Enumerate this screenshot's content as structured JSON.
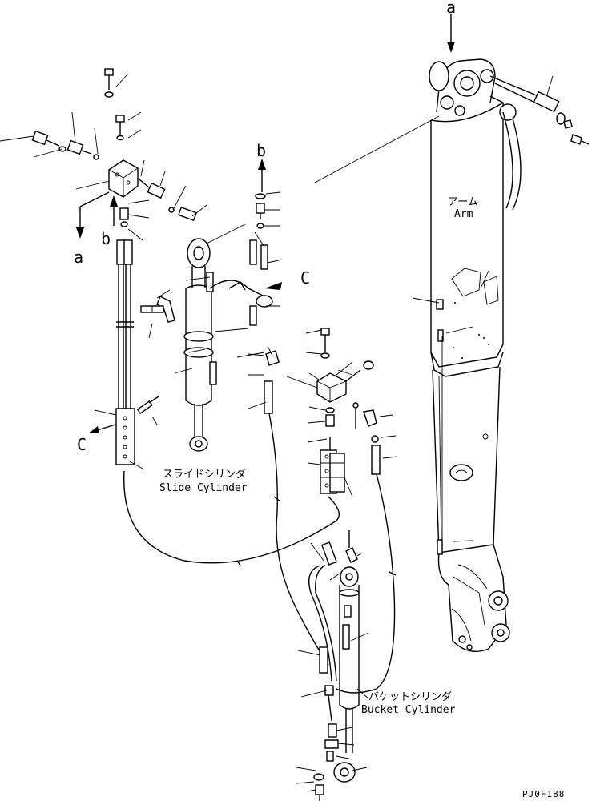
{
  "labels": {
    "arm_jp": "アーム",
    "arm_en": "Arm",
    "slide_jp": "スライドシリンダ",
    "slide_en": "Slide Cylinder",
    "bucket_jp": "バケットシリンダ",
    "bucket_en": "Bucket Cylinder",
    "code": "PJ0F188"
  },
  "markers": {
    "a_top": "a",
    "a_left": "a",
    "b_left": "b",
    "b_mid": "b",
    "c_right": "C",
    "c_left": "C"
  }
}
